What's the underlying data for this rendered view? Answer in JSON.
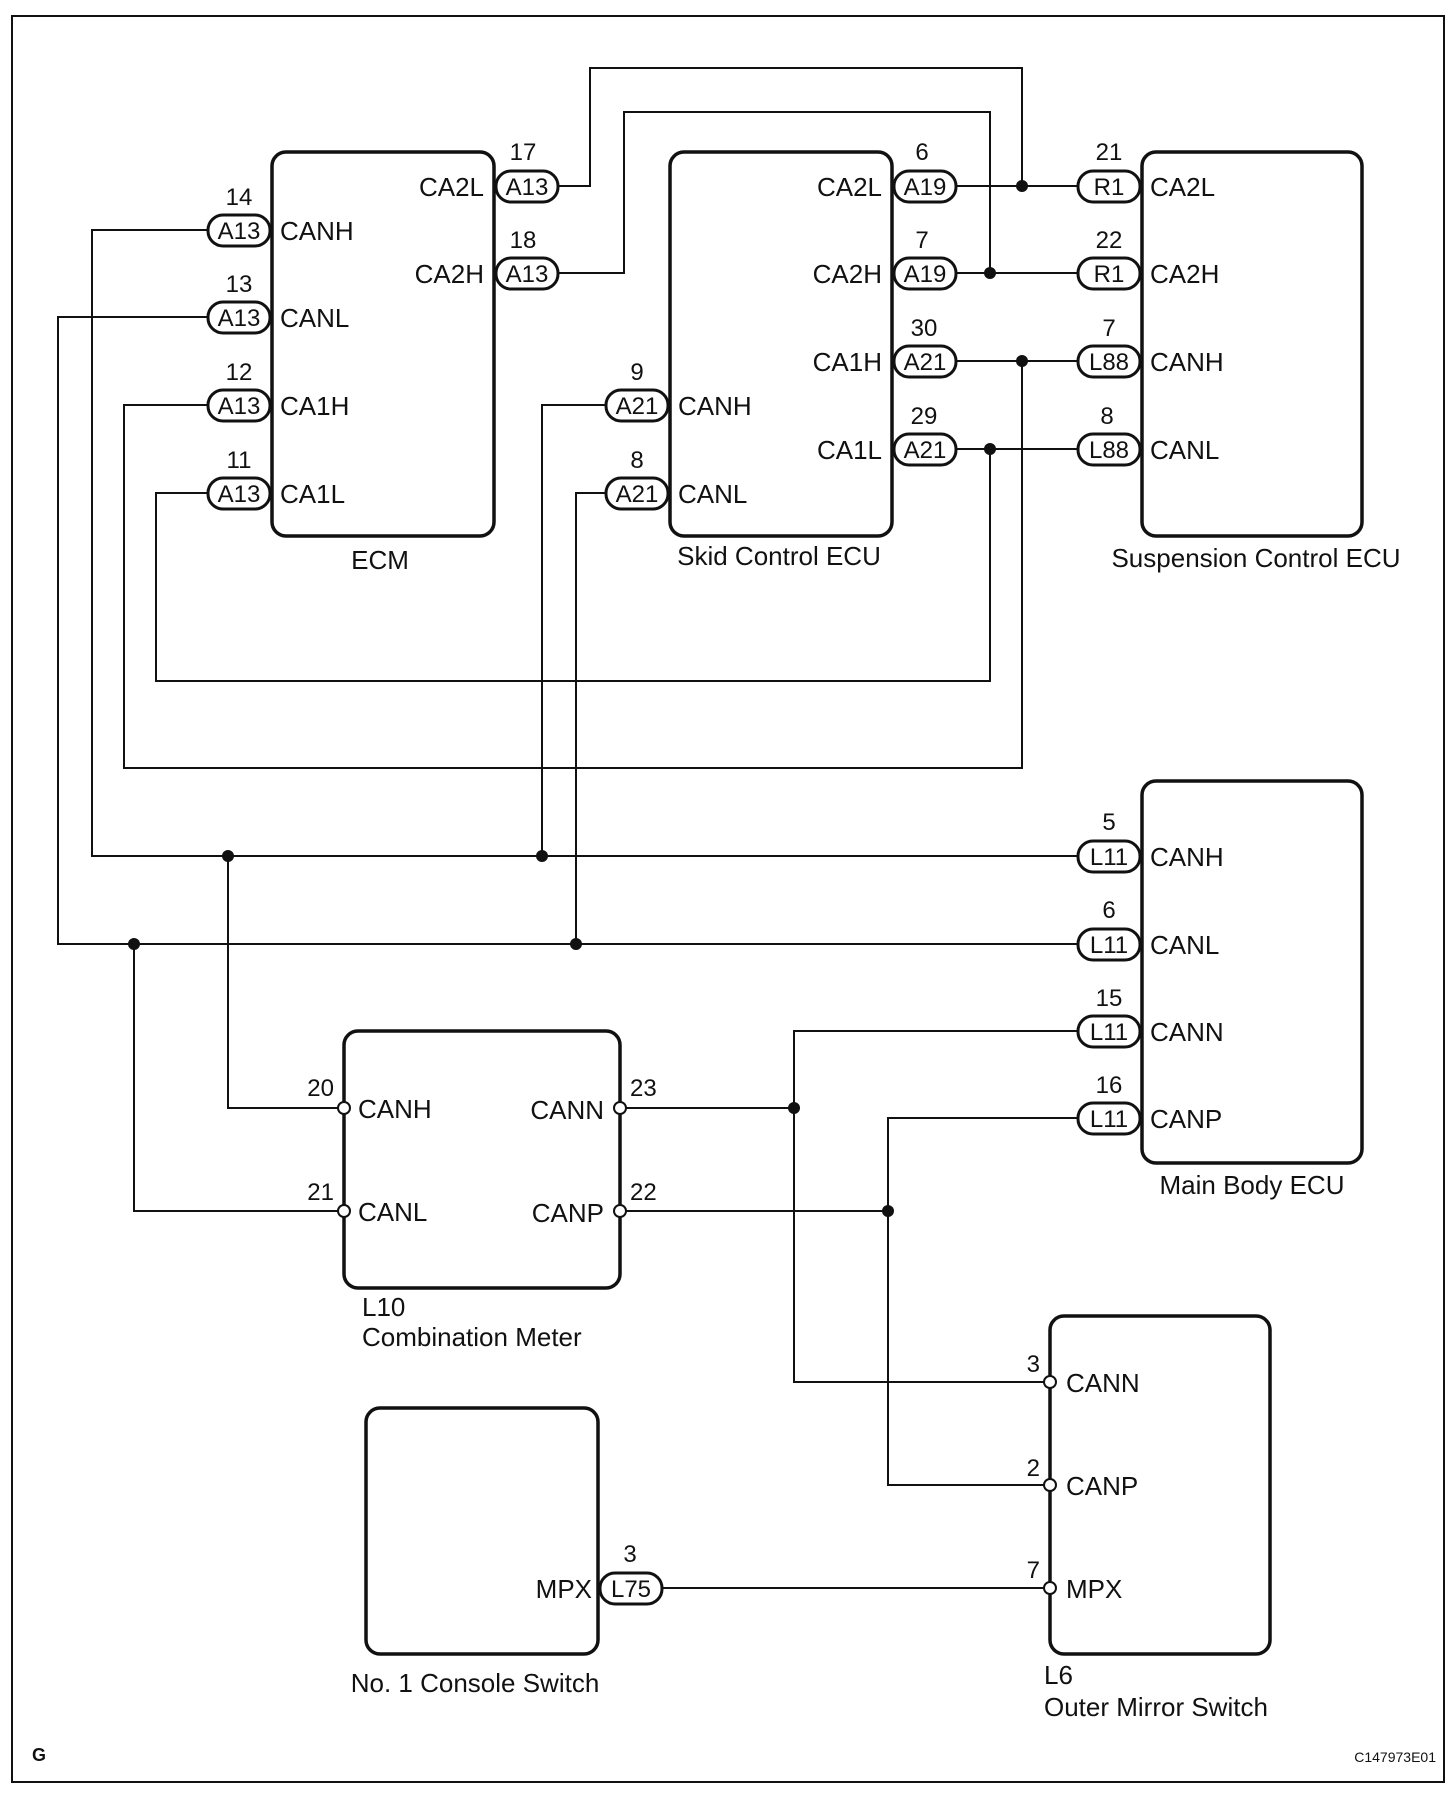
{
  "diagram_code": "C147973E01",
  "corner_letter": "G",
  "ecm": {
    "name": "ECM",
    "pins": [
      {
        "connector": "A13",
        "number": "14",
        "label": "CANH"
      },
      {
        "connector": "A13",
        "number": "13",
        "label": "CANL"
      },
      {
        "connector": "A13",
        "number": "12",
        "label": "CA1H"
      },
      {
        "connector": "A13",
        "number": "11",
        "label": "CA1L"
      },
      {
        "connector": "A13",
        "number": "17",
        "label": "CA2L"
      },
      {
        "connector": "A13",
        "number": "18",
        "label": "CA2H"
      }
    ]
  },
  "skid": {
    "name": "Skid Control ECU",
    "pins": [
      {
        "connector": "A21",
        "number": "9",
        "label": "CANH"
      },
      {
        "connector": "A21",
        "number": "8",
        "label": "CANL"
      },
      {
        "connector": "A19",
        "number": "6",
        "label": "CA2L"
      },
      {
        "connector": "A19",
        "number": "7",
        "label": "CA2H"
      },
      {
        "connector": "A21",
        "number": "30",
        "label": "CA1H"
      },
      {
        "connector": "A21",
        "number": "29",
        "label": "CA1L"
      }
    ]
  },
  "suspension": {
    "name": "Suspension Control ECU",
    "pins": [
      {
        "connector": "R1",
        "number": "21",
        "label": "CA2L"
      },
      {
        "connector": "R1",
        "number": "22",
        "label": "CA2H"
      },
      {
        "connector": "L88",
        "number": "7",
        "label": "CANH"
      },
      {
        "connector": "L88",
        "number": "8",
        "label": "CANL"
      }
    ]
  },
  "main_body": {
    "name": "Main Body ECU",
    "pins": [
      {
        "connector": "L11",
        "number": "5",
        "label": "CANH"
      },
      {
        "connector": "L11",
        "number": "6",
        "label": "CANL"
      },
      {
        "connector": "L11",
        "number": "15",
        "label": "CANN"
      },
      {
        "connector": "L11",
        "number": "16",
        "label": "CANP"
      }
    ]
  },
  "combination_meter": {
    "code": "L10",
    "name": "Combination Meter",
    "pins": [
      {
        "number": "20",
        "label": "CANH"
      },
      {
        "number": "21",
        "label": "CANL"
      },
      {
        "number": "23",
        "label": "CANN"
      },
      {
        "number": "22",
        "label": "CANP"
      }
    ]
  },
  "console_switch": {
    "name": "No. 1 Console Switch",
    "pins": [
      {
        "connector": "L75",
        "number": "3",
        "label": "MPX"
      }
    ]
  },
  "outer_mirror": {
    "code": "L6",
    "name": "Outer Mirror Switch",
    "pins": [
      {
        "number": "3",
        "label": "CANN"
      },
      {
        "number": "2",
        "label": "CANP"
      },
      {
        "number": "7",
        "label": "MPX"
      }
    ]
  }
}
